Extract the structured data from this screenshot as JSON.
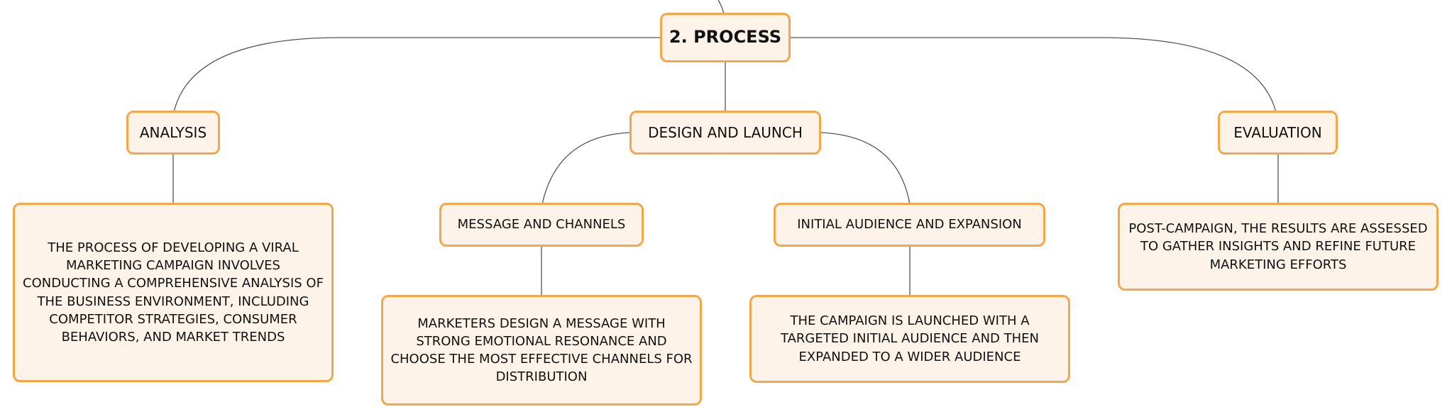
{
  "root": {
    "label": "2. PROCESS"
  },
  "topics": {
    "analysis": {
      "label": "ANALYSIS",
      "description": "THE PROCESS OF DEVELOPING A VIRAL MARKETING CAMPAIGN INVOLVES CONDUCTING A COMPREHENSIVE ANALYSIS OF THE BUSINESS ENVIRONMENT, INCLUDING COMPETITOR STRATEGIES, CONSUMER BEHAVIORS, AND MARKET TRENDS"
    },
    "design_launch": {
      "label": "DESIGN AND LAUNCH",
      "message_channels": {
        "label": "MESSAGE AND CHANNELS",
        "description": "MARKETERS DESIGN A MESSAGE WITH STRONG EMOTIONAL RESONANCE AND CHOOSE THE MOST EFFECTIVE CHANNELS FOR DISTRIBUTION"
      },
      "audience_expansion": {
        "label": "INITIAL AUDIENCE AND EXPANSION",
        "description": "THE CAMPAIGN IS LAUNCHED WITH A TARGETED INITIAL AUDIENCE AND THEN EXPANDED TO A WIDER AUDIENCE"
      }
    },
    "evaluation": {
      "label": "EVALUATION",
      "description": "POST-CAMPAIGN, THE RESULTS ARE ASSESSED TO GATHER INSIGHTS AND REFINE FUTURE MARKETING EFFORTS"
    }
  },
  "colors": {
    "node_border": "#f2a74b",
    "node_fill": "#fdf3e9",
    "connector": "#555555"
  }
}
